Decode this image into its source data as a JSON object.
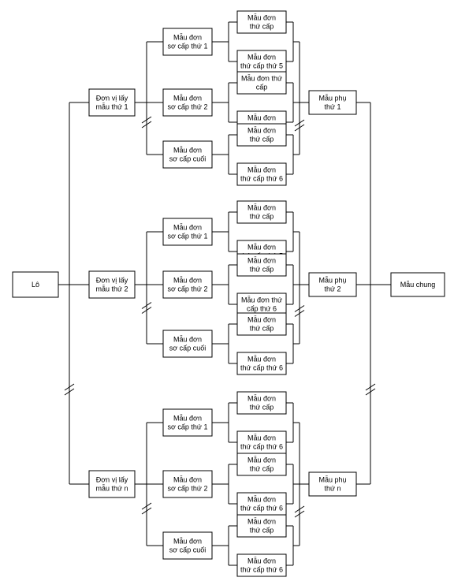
{
  "root": "Lô",
  "composite": "Mẫu chung",
  "units": [
    {
      "unit": [
        "Đơn vị lấy",
        "mẫu thứ 1"
      ],
      "sub": [
        "Mẫu phụ",
        "thứ 1"
      ],
      "primaries": [
        {
          "label": [
            "Mẫu đơn",
            "sơ cấp thứ 1"
          ],
          "secondaries": [
            [
              "Mẫu đơn",
              "thứ cấp"
            ],
            [
              "Mẫu đơn",
              "thứ cấp thứ 5"
            ]
          ]
        },
        {
          "label": [
            "Mẫu đơn",
            "sơ cấp thứ 2"
          ],
          "secondaries": [
            [
              "Mẫu đơn thứ",
              "cấp"
            ],
            [
              "Mẫu đơn",
              "thứ cấp thứ 6"
            ]
          ]
        },
        {
          "label": [
            "Mẫu đơn",
            "sơ cấp cuối"
          ],
          "secondaries": [
            [
              "Mẫu đơn",
              "thứ cấp"
            ],
            [
              "Mẫu đơn",
              "thứ cấp thứ 6"
            ]
          ]
        }
      ]
    },
    {
      "unit": [
        "Đơn vị lấy",
        "mẫu thứ 2"
      ],
      "sub": [
        "Mẫu phụ",
        "thứ 2"
      ],
      "primaries": [
        {
          "label": [
            "Mẫu đơn",
            "sơ cấp thứ 1"
          ],
          "secondaries": [
            [
              "Mẫu đơn",
              "thứ cấp"
            ],
            [
              "Mẫu đơn",
              "thứ cấp thứ 5"
            ]
          ]
        },
        {
          "label": [
            "Mẫu đơn",
            "sơ cấp thứ 2"
          ],
          "secondaries": [
            [
              "Mẫu đơn",
              "thứ cấp"
            ],
            [
              "Mẫu đơn thứ",
              "cấp thứ 6"
            ]
          ]
        },
        {
          "label": [
            "Mẫu đơn",
            "sơ cấp cuối"
          ],
          "secondaries": [
            [
              "Mẫu đơn",
              "thứ cấp"
            ],
            [
              "Mẫu đơn",
              "thứ cấp thứ 6"
            ]
          ]
        }
      ]
    },
    {
      "unit": [
        "Đơn vị lấy",
        "mẫu thứ n"
      ],
      "sub": [
        "Mẫu phụ",
        "thứ n"
      ],
      "primaries": [
        {
          "label": [
            "Mẫu đơn",
            "sơ cấp thứ 1"
          ],
          "secondaries": [
            [
              "Mẫu đơn",
              "thứ cấp"
            ],
            [
              "Mẫu đơn",
              "thứ cấp thứ 6"
            ]
          ]
        },
        {
          "label": [
            "Mẫu đơn",
            "sơ cấp thứ 2"
          ],
          "secondaries": [
            [
              "Mẫu đơn",
              "thứ cấp"
            ],
            [
              "Mẫu đơn",
              "thứ cấp thứ 6"
            ]
          ]
        },
        {
          "label": [
            "Mẫu đơn",
            "sơ cấp cuối"
          ],
          "secondaries": [
            [
              "Mẫu đơn",
              "thứ cấp"
            ],
            [
              "Mẫu đơn",
              "thứ cấp thứ 6"
            ]
          ]
        }
      ]
    }
  ]
}
